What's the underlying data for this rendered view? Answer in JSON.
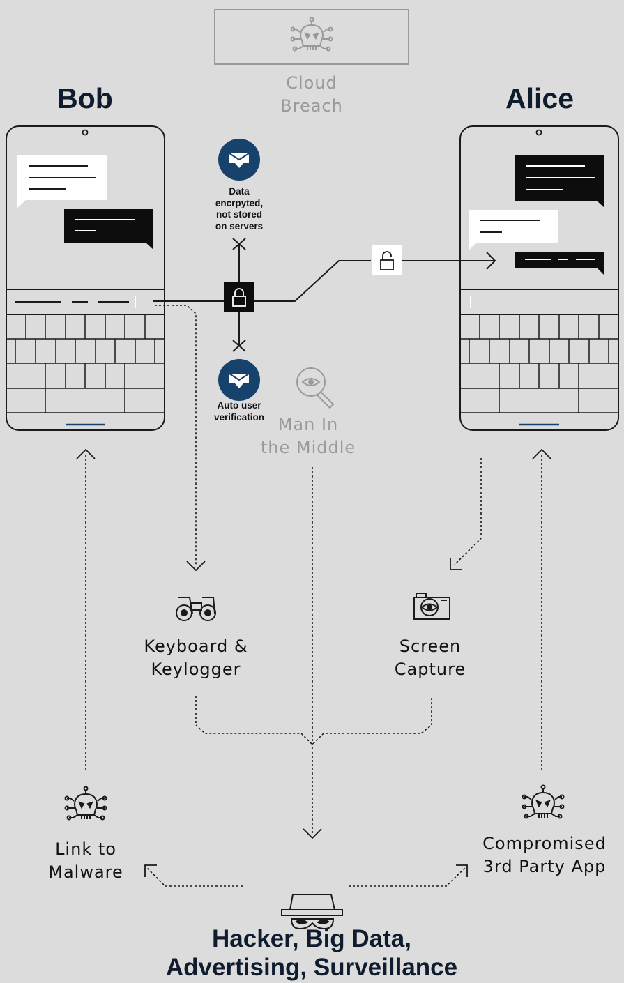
{
  "threats": {
    "cloud_breach": [
      "Cloud",
      "Breach"
    ],
    "man_in_the_middle": [
      "Man In",
      "the Middle"
    ],
    "keylogger": [
      "Keyboard &",
      "Keylogger"
    ],
    "screen_capture": [
      "Screen",
      "Capture"
    ],
    "malware_link": [
      "Link to",
      "Malware"
    ],
    "compromised_app": [
      "Compromised",
      "3rd Party App"
    ]
  },
  "users": {
    "sender": "Bob",
    "receiver": "Alice"
  },
  "protections": {
    "encryption": [
      "Data",
      "encrpyted,",
      "not stored",
      "on servers"
    ],
    "verification": [
      "Auto user",
      "verification"
    ]
  },
  "attackers": [
    "Hacker, Big Data,",
    "Advertising, Surveillance"
  ],
  "colors": {
    "background": "#dcdcdc",
    "ink": "#0f1c2e",
    "muted": "#9a9a9a",
    "badge": "#17426b"
  },
  "icons": [
    "skull-virus-icon",
    "message-badge-icon",
    "lock-icon",
    "unlock-icon",
    "magnifier-eye-icon",
    "binoculars-icon",
    "camera-icon",
    "hacker-icon"
  ]
}
